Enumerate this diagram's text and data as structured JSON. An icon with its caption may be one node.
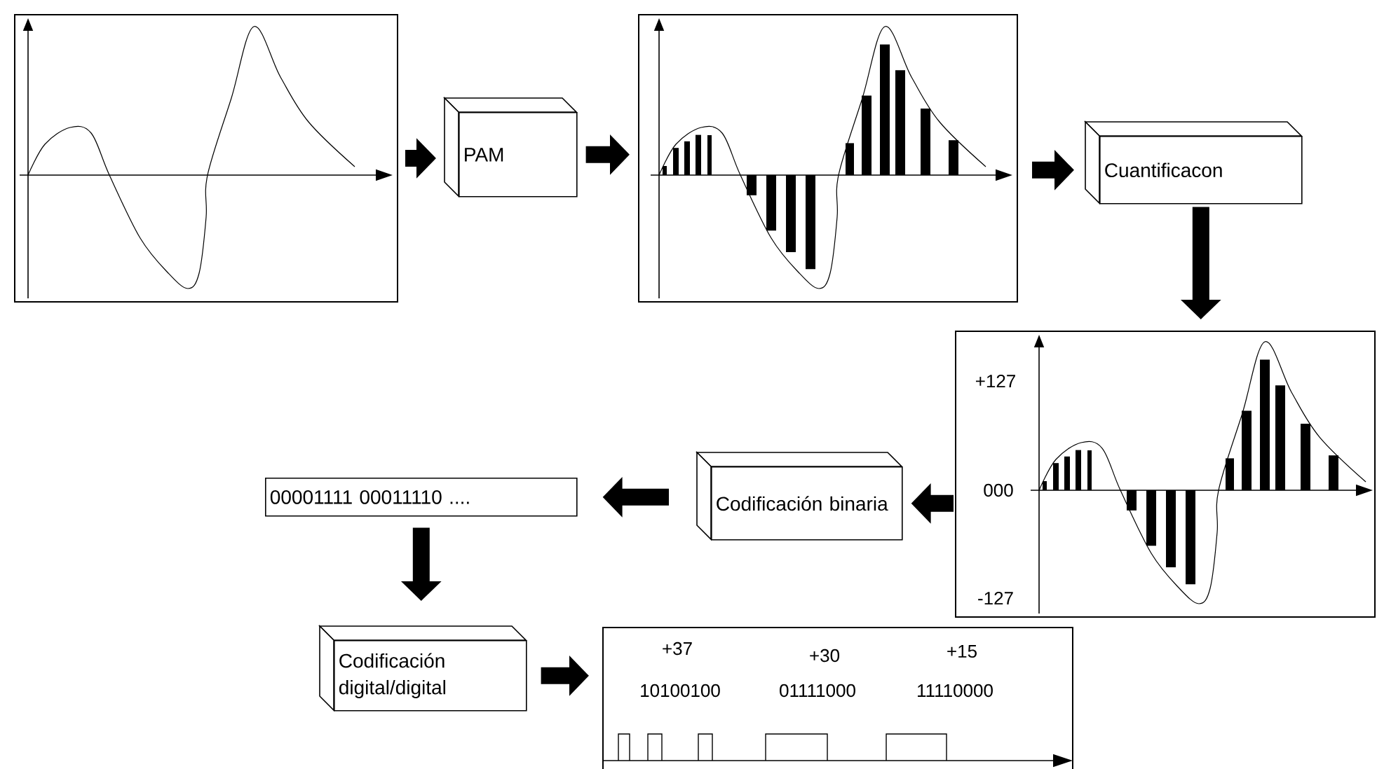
{
  "diagram": {
    "nodes": [
      {
        "text": [],
        "shape": "picture"
      },
      {
        "text": [
          "PAM"
        ]
      },
      {
        "text": [],
        "shape": "picture"
      },
      {
        "text": [
          "Cuantificacon"
        ]
      },
      {
        "text": [
          "+127",
          "000",
          "-127"
        ]
      },
      {
        "text": [
          "Codificación binaria"
        ]
      },
      {
        "text": [
          "00001111 00011110 ...."
        ]
      },
      {
        "text": [
          "Codificación digital/digital"
        ]
      },
      {
        "text": [
          "+37",
          "+30",
          "+15",
          "10100100",
          "01111000",
          "11110000"
        ]
      }
    ],
    "edges": [
      {
        "from": 0,
        "to": 1,
        "arrow": "to"
      },
      {
        "from": 1,
        "to": 2,
        "arrow": "to"
      },
      {
        "from": 2,
        "to": 3,
        "arrow": "to"
      },
      {
        "from": 3,
        "to": 4,
        "arrow": "to"
      },
      {
        "from": 4,
        "to": 5,
        "arrow": "to"
      },
      {
        "from": 5,
        "to": 6,
        "arrow": "to"
      },
      {
        "from": 6,
        "to": 7,
        "arrow": "to"
      },
      {
        "from": 7,
        "to": 8,
        "arrow": "to"
      }
    ]
  }
}
